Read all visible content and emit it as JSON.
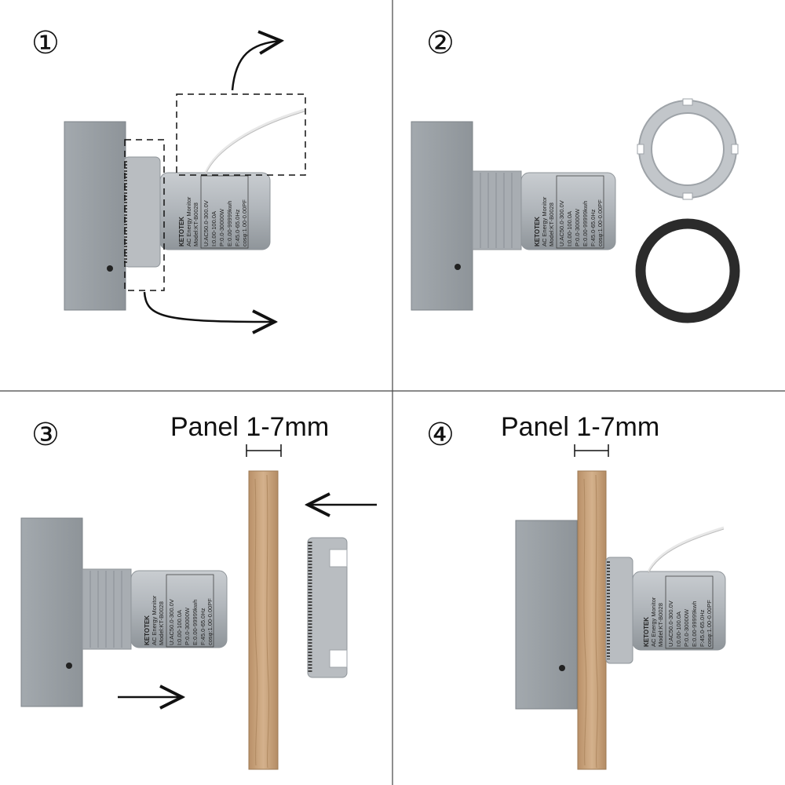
{
  "steps": [
    {
      "number": "①"
    },
    {
      "number": "②"
    },
    {
      "number": "③",
      "panel_label": "Panel 1-7mm"
    },
    {
      "number": "④",
      "panel_label": "Panel 1-7mm"
    }
  ],
  "device_label": {
    "brand": "KETOTEK",
    "title": "AC Energy Monitor",
    "model": "Model:KT-B0028",
    "specs": [
      "U:AC50.0-300.0V",
      "I:0.00-100.0A",
      "P:0.0-30000W",
      "E:0.00-99999kwh",
      "F:45.0-65.0Hz",
      "cosφ:1.00-0.00PF"
    ]
  },
  "colors": {
    "device_body": "#9aa0a6",
    "device_shadow": "#80868c",
    "nut": "#b9bdc1",
    "gasket": "#2b2b2b",
    "wood": "#c9a47c",
    "wood_grain": "#b08a62",
    "line": "#111111"
  }
}
